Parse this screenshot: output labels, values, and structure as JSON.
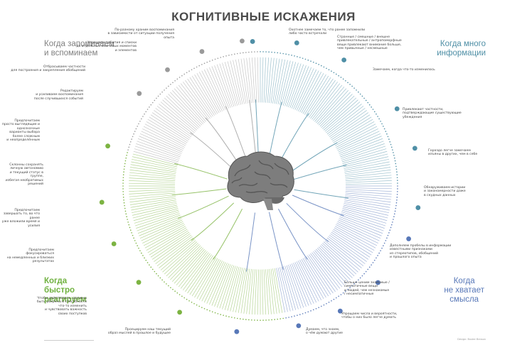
{
  "title": "КОГНИТИВНЫЕ ИСКАЖЕНИЯ",
  "quadrants": {
    "remember": "Когда запоминаем\nи вспоминаем",
    "info": "Когда много\nинформации",
    "fast": "Когда\nбыстро\nреагируем",
    "meaning": "Когда\nне хватает\nсмысла"
  },
  "colors": {
    "remember": "#9a9a9a",
    "info": "#4f8fa6",
    "fast": "#7cb342",
    "meaning": "#5878b8",
    "brain": "#7d7d7d"
  },
  "categories": [
    {
      "text": "По-разному храним воспоминания\nв зависимости от ситуации получения\nопыта",
      "group": "remember"
    },
    {
      "text": "Упрощаем события и списки\nдо отдельных ключевых моментов\nи элементов",
      "group": "remember"
    },
    {
      "text": "Отбрасываем частности\nдля построения и закрепления обобщений",
      "group": "remember"
    },
    {
      "text": "Редактируем\nи усиливаем воспоминания\nпосле случившихся событий",
      "group": "remember"
    },
    {
      "text": "Предпочитаем\nпросто выглядящие и однозначные\nварианты выбора более сложным\nи неопределённым",
      "group": "fast"
    },
    {
      "text": "Склонны сохранять\nличную автономию\nи текущий статус в группе,\nизбегая необратимых решений",
      "group": "fast"
    },
    {
      "text": "Предпочитаем\nзавершать то, во что ранее\nуже вложили время и усилия",
      "group": "fast"
    },
    {
      "text": "Предпочитаем фокусироваться\nна немедленных и близких\nрезультатах",
      "group": "fast"
    },
    {
      "text": "Чтобы действовать, должны\nбыть уверены в способности\nчто-то изменить\nи чувствовать важность\nсвоих поступков",
      "group": "fast"
    },
    {
      "text": "Проецируем наш текущий\nобраз мыслей в прошлое и будущее",
      "group": "meaning"
    },
    {
      "text": "Думаем, что знаем,\nо чём думают другие",
      "group": "meaning"
    },
    {
      "text": "Упрощаем числа и вероятности,\nчтобы о них было легче думать",
      "group": "meaning"
    },
    {
      "text": "Больше ценим знакомые /\nсимпатичные вещи\nи людей, чем незнакомые\n/ несимпатичные",
      "group": "meaning"
    },
    {
      "text": "Дополняем пробелы в информации\nизвестными признаками\nиз стереотипов, обобщений\nи прошлого опыта",
      "group": "meaning"
    },
    {
      "text": "Обнаруживаем истории\nи закономерности даже\nв скудных данных",
      "group": "info"
    },
    {
      "text": "Гораздо легче замечаем\nизъяны в других, чем в себе",
      "group": "info"
    },
    {
      "text": "Привлекают частности,\nподтверждающие существующие\nубеждения",
      "group": "info"
    },
    {
      "text": "Замечаем, когда что-то изменилось",
      "group": "info"
    },
    {
      "text": "Странные / смешные / внешне\nпривлекательные / антропоморфные\nвещи привлекают внимание больше,\nчем привычные / несмешные",
      "group": "info"
    },
    {
      "text": "Охотнее замечаем то, что ранее запомнили\nлибо часто встречали",
      "group": "info"
    }
  ],
  "footer": "Design: Buster Benson"
}
